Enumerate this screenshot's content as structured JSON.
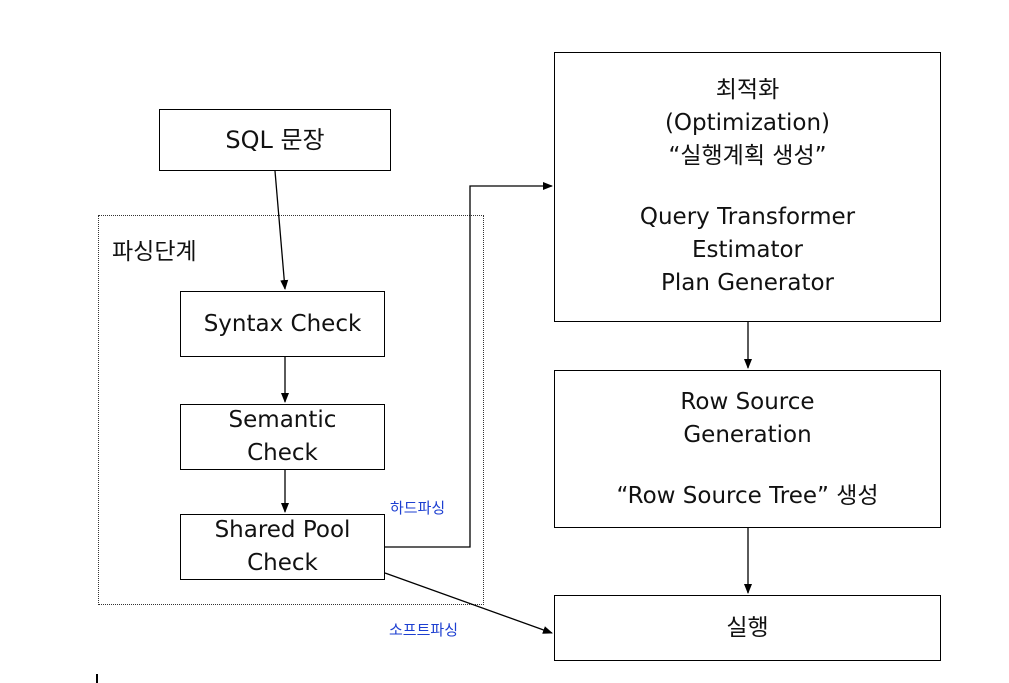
{
  "nodes": {
    "sql": {
      "label": "SQL 문장"
    },
    "syntax": {
      "label": "Syntax Check"
    },
    "semantic": {
      "lines": [
        "Semantic",
        "Check"
      ]
    },
    "shared_pool": {
      "lines": [
        "Shared Pool",
        "Check"
      ]
    },
    "optimization": {
      "title_lines": [
        "최적화",
        "(Optimization)",
        "“실행계획 생성”"
      ],
      "component_lines": [
        "Query Transformer",
        "Estimator",
        "Plan Generator"
      ]
    },
    "row_source": {
      "title_lines": [
        "Row Source",
        "Generation"
      ],
      "note": "“Row Source Tree” 생성"
    },
    "execution": {
      "label": "실행"
    }
  },
  "region": {
    "label": "파싱단계"
  },
  "edge_labels": {
    "hard_parse": "하드파싱",
    "soft_parse": "소프트파싱"
  },
  "colors": {
    "edge_label": "#1d3fd1",
    "stroke": "#000000"
  }
}
